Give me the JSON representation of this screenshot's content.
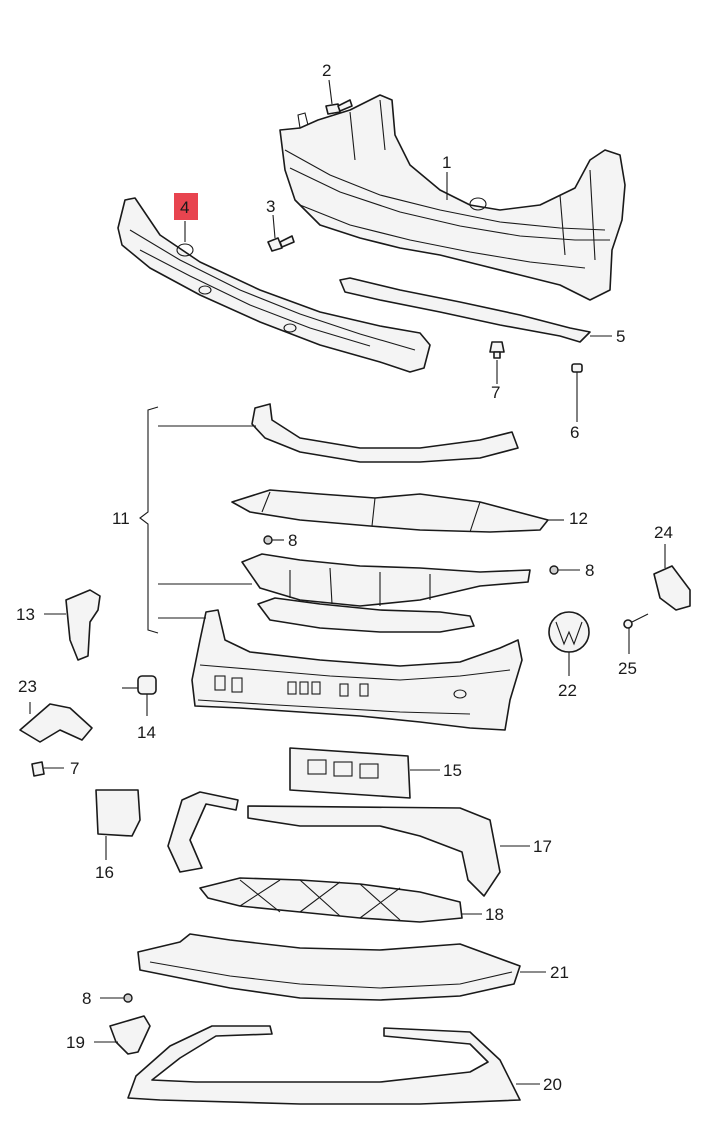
{
  "diagram": {
    "highlight_color": "#e8444f",
    "callouts": [
      {
        "id": "c1",
        "label": "1"
      },
      {
        "id": "c2",
        "label": "2"
      },
      {
        "id": "c3",
        "label": "3"
      },
      {
        "id": "c4",
        "label": "4",
        "highlighted": true
      },
      {
        "id": "c5",
        "label": "5"
      },
      {
        "id": "c6",
        "label": "6"
      },
      {
        "id": "c7a",
        "label": "7"
      },
      {
        "id": "c7b",
        "label": "7"
      },
      {
        "id": "c8a",
        "label": "8"
      },
      {
        "id": "c8b",
        "label": "8"
      },
      {
        "id": "c8c",
        "label": "8"
      },
      {
        "id": "c11",
        "label": "11"
      },
      {
        "id": "c12",
        "label": "12"
      },
      {
        "id": "c13",
        "label": "13"
      },
      {
        "id": "c14",
        "label": "14"
      },
      {
        "id": "c15",
        "label": "15"
      },
      {
        "id": "c16",
        "label": "16"
      },
      {
        "id": "c17",
        "label": "17"
      },
      {
        "id": "c18",
        "label": "18"
      },
      {
        "id": "c19",
        "label": "19"
      },
      {
        "id": "c20",
        "label": "20"
      },
      {
        "id": "c21",
        "label": "21"
      },
      {
        "id": "c22",
        "label": "22"
      },
      {
        "id": "c23",
        "label": "23"
      },
      {
        "id": "c24",
        "label": "24"
      },
      {
        "id": "c25",
        "label": "25"
      }
    ]
  }
}
